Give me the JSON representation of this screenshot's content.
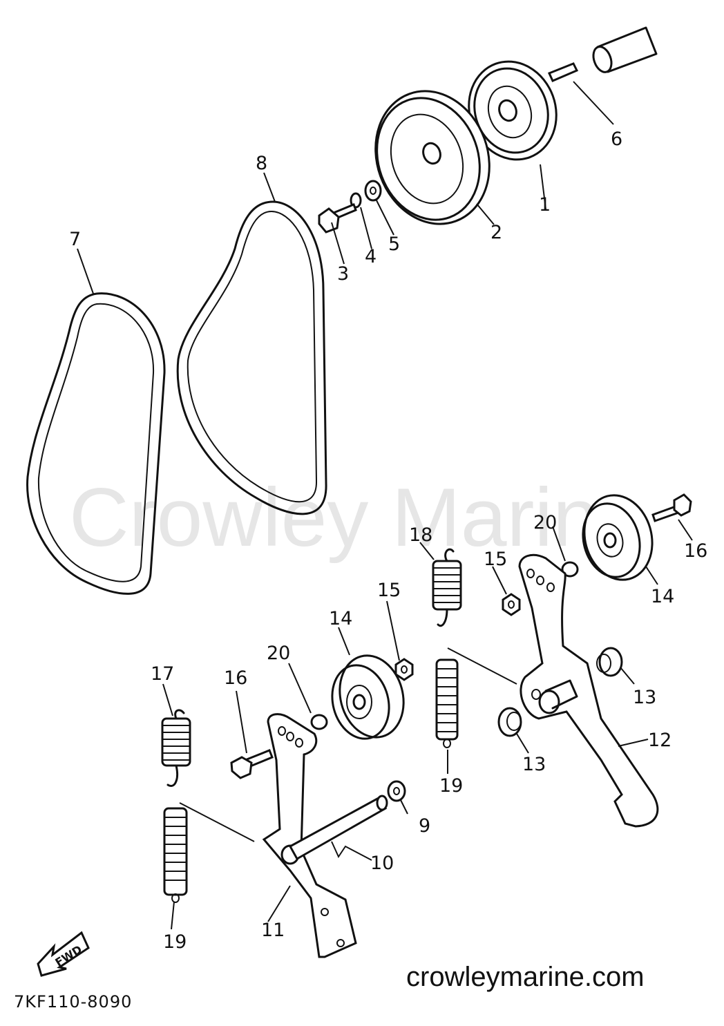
{
  "watermark": "Crowley Marine",
  "website": "crowleymarine.com",
  "diagram_code": "7KF110-8090",
  "fwd_label": "FWD",
  "callouts": {
    "c1": "1",
    "c2": "2",
    "c3": "3",
    "c4": "4",
    "c5": "5",
    "c6": "6",
    "c7": "7",
    "c8": "8",
    "c9": "9",
    "c10": "10",
    "c11": "11",
    "c12": "12",
    "c13a": "13",
    "c13b": "13",
    "c14a": "14",
    "c14b": "14",
    "c15a": "15",
    "c15b": "15",
    "c16a": "16",
    "c16b": "16",
    "c17": "17",
    "c18": "18",
    "c19a": "19",
    "c19b": "19",
    "c20a": "20",
    "c20b": "20"
  }
}
